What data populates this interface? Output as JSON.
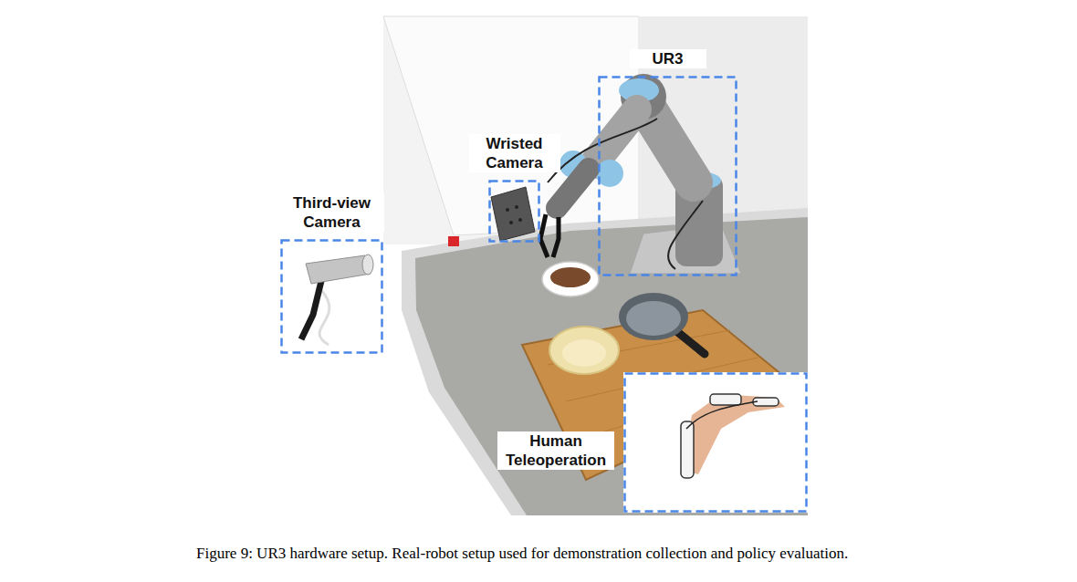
{
  "diagram": {
    "caption": "Figure 9: UR3 hardware setup. Real-robot setup used for demonstration collection and policy evaluation.",
    "nodes": [
      {
        "text": [
          "UR3"
        ]
      },
      {
        "text": [
          "Wristed Camera"
        ]
      },
      {
        "text": [
          "Third-view Camera"
        ]
      },
      {
        "text": [
          "Human Teleoperation"
        ]
      }
    ]
  }
}
